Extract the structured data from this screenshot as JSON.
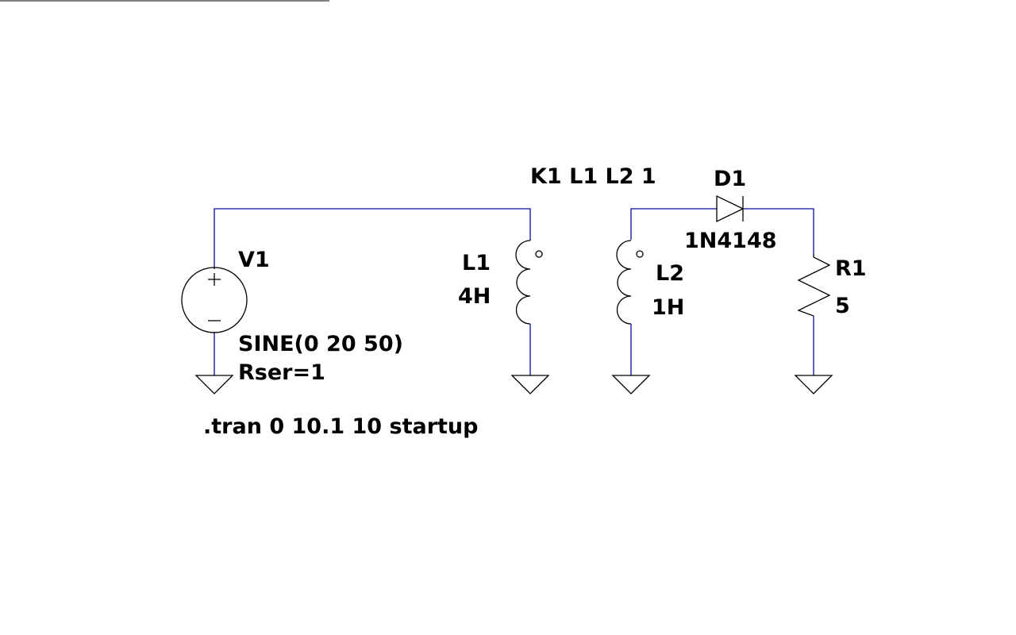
{
  "coupling": {
    "directive": "K1 L1 L2 1"
  },
  "source": {
    "name": "V1",
    "value_line1": "SINE(0 20 50)",
    "value_line2": "Rser=1"
  },
  "inductor_primary": {
    "name": "L1",
    "value": "4H"
  },
  "inductor_secondary": {
    "name": "L2",
    "value": "1H"
  },
  "diode": {
    "name": "D1",
    "model": "1N4148"
  },
  "resistor": {
    "name": "R1",
    "value": "5"
  },
  "simulation": {
    "command": ".tran 0 10.1 10 startup"
  },
  "colors": {
    "wire": "#0a0aa0",
    "symbol": "#000000",
    "background": "#ffffff"
  }
}
